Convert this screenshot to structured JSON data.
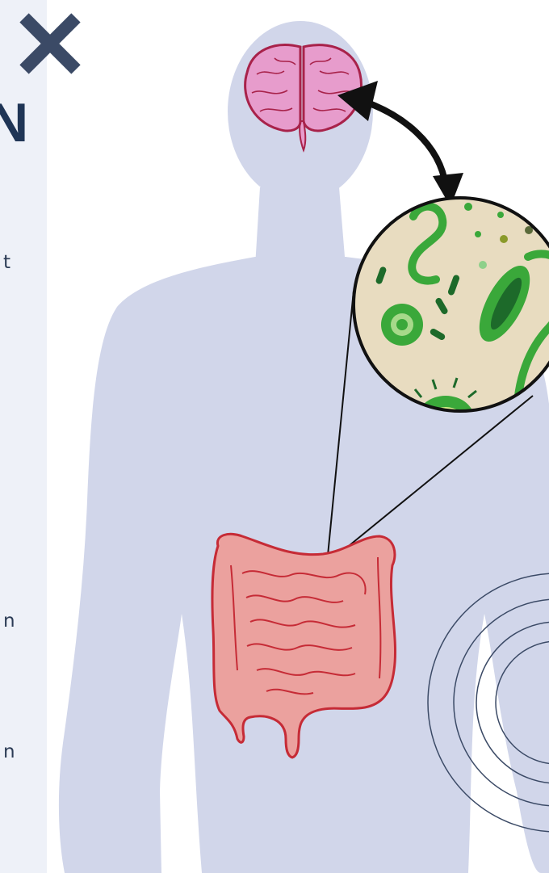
{
  "sidebar": {
    "heading_fragment": "N",
    "text_fragments": [
      "t",
      "n",
      "n"
    ]
  },
  "close_button": {
    "icon": "close-icon"
  },
  "diagram": {
    "elements": [
      "body-silhouette",
      "brain",
      "bidirectional-arrow",
      "gut-bacteria-magnified",
      "intestines",
      "concentric-circles-decoration"
    ],
    "colors": {
      "silhouette": "#d1d6ea",
      "brain": "#e79ccc",
      "brain_outline": "#a8224a",
      "intestine": "#eba19e",
      "intestine_outline": "#c62b36",
      "bacteria_bg": "#e8dcc0",
      "bacteria_green": "#3aa83a",
      "bacteria_dark": "#1d6a2a",
      "accent_navy": "#3b4a66"
    }
  }
}
